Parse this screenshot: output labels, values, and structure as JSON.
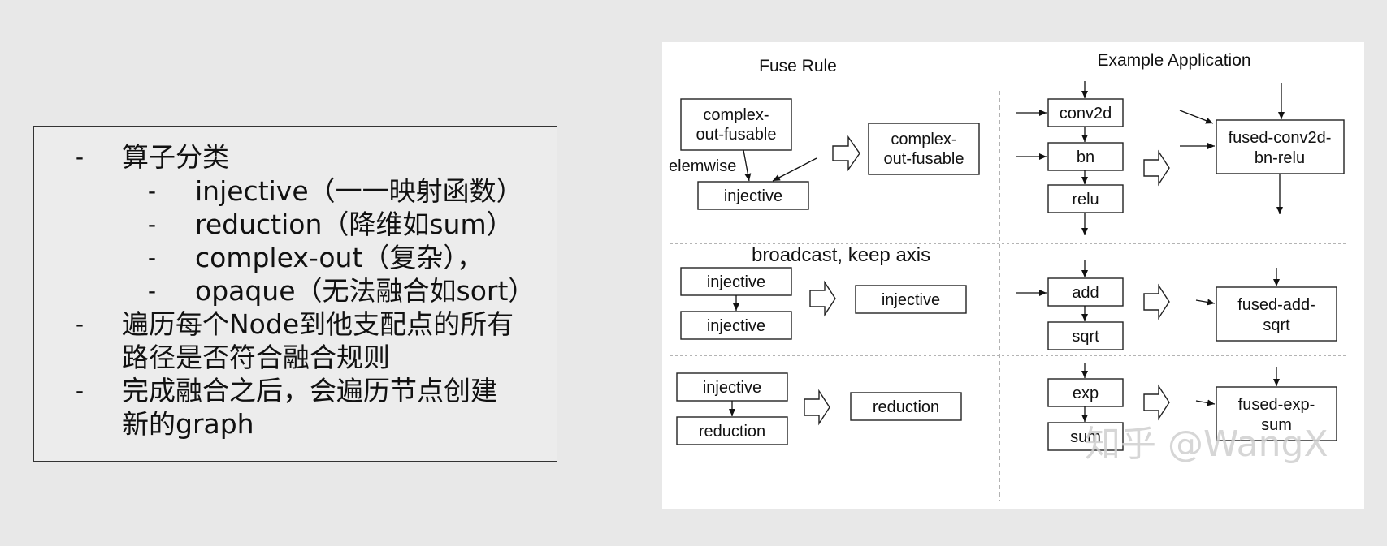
{
  "bullets": {
    "b1": "算子分类",
    "b1_sub": [
      "injective（一一映射函数）",
      "reduction（降维如sum）",
      "complex-out（复杂），",
      "opaque（无法融合如sort）"
    ],
    "b2_line1": "遍历每个Node到他支配点的所有",
    "b2_line2": "路径是否符合融合规则",
    "b3_line1": "完成融合之后，会遍历节点创建",
    "b3_line2": "新的graph"
  },
  "diagram": {
    "fuse_rule_title": "Fuse Rule",
    "example_title": "Example Application",
    "row1": {
      "complex_out_fusable_1": "complex-",
      "complex_out_fusable_2": "out-fusable",
      "elemwise": "elemwise",
      "injective": "injective",
      "result_1": "complex-",
      "result_2": "out-fusable",
      "conv2d": "conv2d",
      "bn": "bn",
      "relu": "relu",
      "fused_1": "fused-conv2d-",
      "fused_2": "bn-relu"
    },
    "row2": {
      "label": "broadcast, keep axis",
      "injective_a": "injective",
      "injective_b": "injective",
      "result": "injective",
      "add": "add",
      "sqrt": "sqrt",
      "fused_1": "fused-add-",
      "fused_2": "sqrt"
    },
    "row3": {
      "injective": "injective",
      "reduction": "reduction",
      "result": "reduction",
      "exp": "exp",
      "sum": "sum",
      "fused_1": "fused-exp-",
      "fused_2": "sum"
    },
    "watermark": "知乎 @WangX"
  }
}
